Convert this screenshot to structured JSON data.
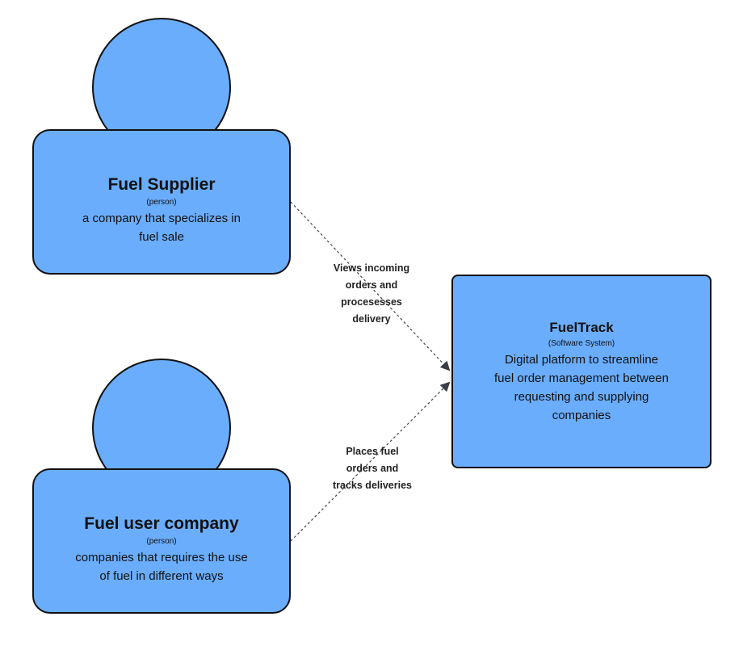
{
  "nodes": {
    "supplier": {
      "title": "Fuel Supplier",
      "tag": "(person)",
      "desc_lines": [
        "a company that specializes in",
        "fuel sale"
      ]
    },
    "user_company": {
      "title": "Fuel user company",
      "tag": "(person)",
      "desc_lines": [
        "companies that requires the use",
        "of fuel in different ways"
      ]
    },
    "system": {
      "title": "FuelTrack",
      "tag": "(Software System)",
      "desc_lines": [
        "Digital platform to streamline",
        "fuel order management between",
        "requesting and supplying",
        "companies"
      ]
    }
  },
  "edges": {
    "supplier_to_system": {
      "label_lines": [
        "Views incoming",
        "orders and",
        "procesesses",
        "delivery"
      ]
    },
    "user_to_system": {
      "label_lines": [
        "Places fuel",
        "orders and",
        "tracks deliveries"
      ]
    }
  },
  "colors": {
    "node_fill": "#6aadfc",
    "stroke": "#111111",
    "edge": "#444444"
  }
}
